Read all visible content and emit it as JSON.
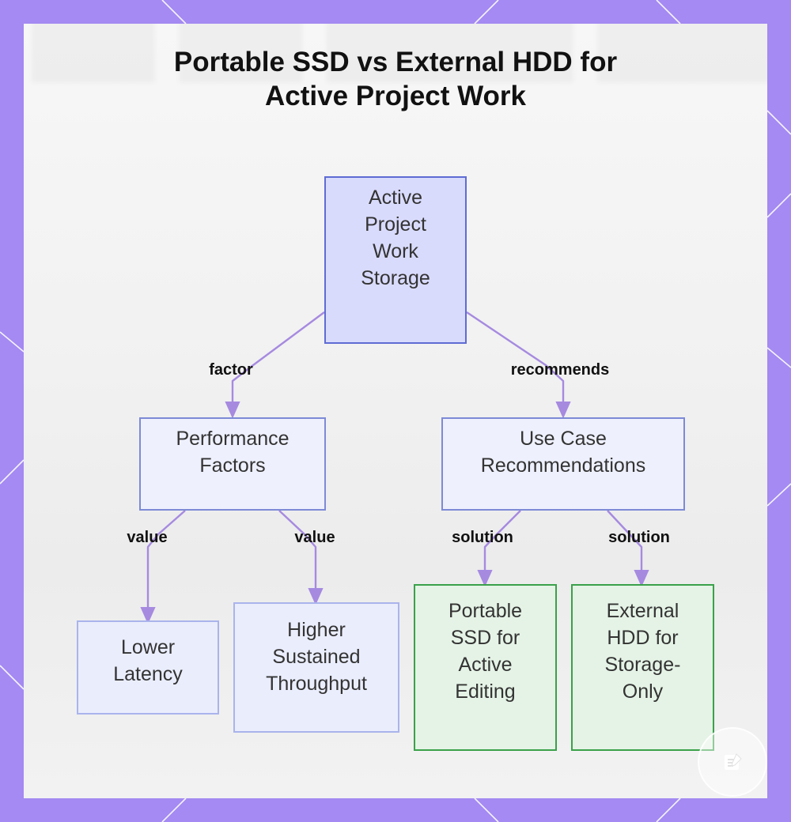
{
  "title": {
    "line1": "Portable SSD vs External HDD for",
    "line2": "Active Project Work"
  },
  "colors": {
    "frame": "#a48af2",
    "connector": "#a68ae0",
    "root_fill": "#d9dbfd",
    "root_border": "#5f6cd4",
    "mid_fill": "#eef0fd",
    "mid_border": "#7d8ad6",
    "solution_fill": "#e5f3e6",
    "solution_border": "#3aa14a"
  },
  "diagram": {
    "root": {
      "lines": [
        "Active",
        "Project",
        "Work",
        "Storage"
      ]
    },
    "performance": {
      "lines": [
        "Performance",
        "Factors"
      ]
    },
    "use_case": {
      "lines": [
        "Use Case",
        "Recommendations"
      ]
    },
    "lower_latency": {
      "lines": [
        "Lower",
        "Latency"
      ]
    },
    "throughput": {
      "lines": [
        "Higher",
        "Sustained",
        "Throughput"
      ]
    },
    "portable_ssd": {
      "lines": [
        "Portable",
        "SSD for",
        "Active",
        "Editing"
      ]
    },
    "external_hdd": {
      "lines": [
        "External",
        "HDD for",
        "Storage-",
        "Only"
      ]
    },
    "edges": {
      "factor": "factor",
      "recommends": "recommends",
      "value_left": "value",
      "value_right": "value",
      "solution_left": "solution",
      "solution_right": "solution"
    }
  },
  "corner_badge": {
    "icon": "note-edit-icon"
  }
}
